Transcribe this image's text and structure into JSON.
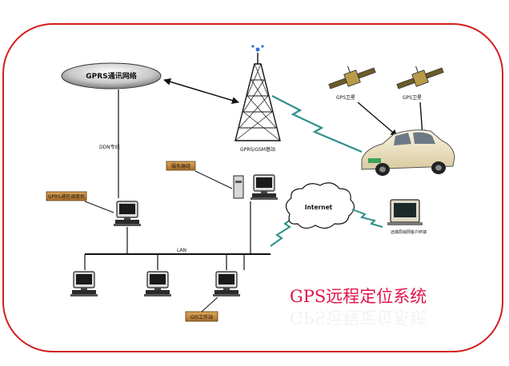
{
  "diagram": {
    "title": "GPS远程定位系统",
    "nodes": {
      "gprs_network": "GPRS通讯网络",
      "ddn_line": "DDN专线",
      "tower": "GPRS/GSM基站",
      "satellite_left": "GPS卫星",
      "satellite_right": "GPS卫星",
      "server_tag": "服务器组",
      "gprs_tag": "GPRS通信调度机",
      "internet": "Internet",
      "lan": "LAN",
      "remote_client": "远端局域网客户终端",
      "gis_tag": "GIS工作站"
    },
    "colors": {
      "frame": "#d41c1c",
      "title": "#e0144a",
      "tag_fill": "#c98a3a",
      "wireless": "#2f8f8a"
    }
  }
}
